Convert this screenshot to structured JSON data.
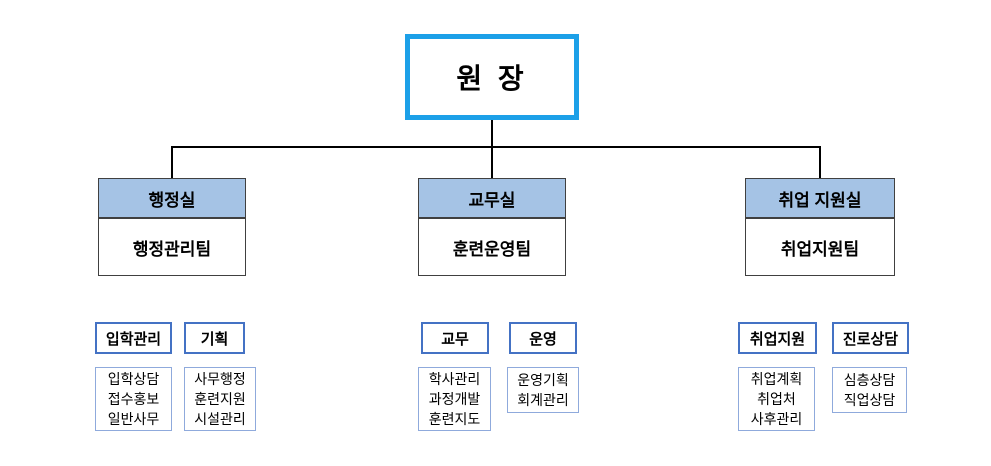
{
  "director": {
    "label": "원 장"
  },
  "departments": [
    {
      "header": "행정실",
      "team": "행정관리팀",
      "units": [
        {
          "label": "입학관리",
          "items": [
            "입학상담",
            "접수홍보",
            "일반사무"
          ]
        },
        {
          "label": "기획",
          "items": [
            "사무행정",
            "훈련지원",
            "시설관리"
          ]
        }
      ]
    },
    {
      "header": "교무실",
      "team": "훈련운영팀",
      "units": [
        {
          "label": "교무",
          "items": [
            "학사관리",
            "과정개발",
            "훈련지도"
          ]
        },
        {
          "label": "운영",
          "items": [
            "운영기획",
            "회계관리"
          ]
        }
      ]
    },
    {
      "header": "취업 지원실",
      "team": "취업지원팀",
      "units": [
        {
          "label": "취업지원",
          "items": [
            "취업계획",
            "취업처",
            "사후관리"
          ]
        },
        {
          "label": "진로상담",
          "items": [
            "심층상담",
            "직업상담"
          ]
        }
      ]
    }
  ],
  "colors": {
    "director_border": "#1CA0E8",
    "dept_header_bg": "#A5C3E5",
    "box_border": "#404040",
    "unit_border": "#4472C4",
    "items_border": "#8FAADC",
    "connector": "#000000"
  }
}
